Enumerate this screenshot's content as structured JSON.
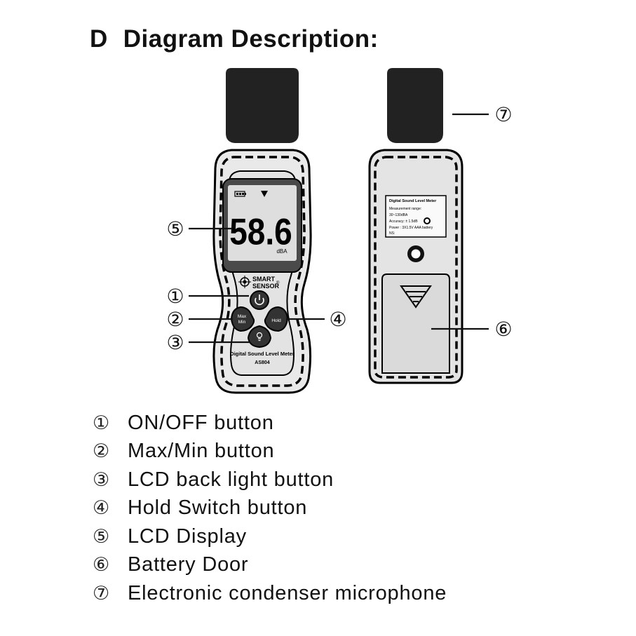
{
  "title": {
    "letter": "D",
    "text": "Diagram Description:"
  },
  "front_device": {
    "display_reading": "58.6",
    "display_unit": "dBA",
    "brand_line1": "SMART",
    "brand_line2": "SENSOR",
    "registered_mark": "®",
    "max_min_label_top": "Max",
    "max_min_label_bottom": "Min",
    "hold_label": "Hold",
    "model_name": "Digital Sound Level Meter",
    "model_number": "AS804"
  },
  "back_device": {
    "label_title": "Digital Sound Level Meter",
    "label_lines": [
      "Measurement range:",
      "30~130dBA",
      "Accuracy: ± 1.5dB",
      "Power : 3X1.5V AAA battery",
      "NS:"
    ]
  },
  "callouts": {
    "c1": "①",
    "c2": "②",
    "c3": "③",
    "c4": "④",
    "c5": "⑤",
    "c6": "⑥",
    "c7": "⑦"
  },
  "legend": [
    {
      "num": "①",
      "label": "ON/OFF button"
    },
    {
      "num": "②",
      "label": "Max/Min button"
    },
    {
      "num": "③",
      "label": "LCD back light button"
    },
    {
      "num": "④",
      "label": "Hold Switch button"
    },
    {
      "num": "⑤",
      "label": "LCD Display"
    },
    {
      "num": "⑥",
      "label": "Battery Door"
    },
    {
      "num": "⑦",
      "label": "Electronic condenser microphone"
    }
  ]
}
